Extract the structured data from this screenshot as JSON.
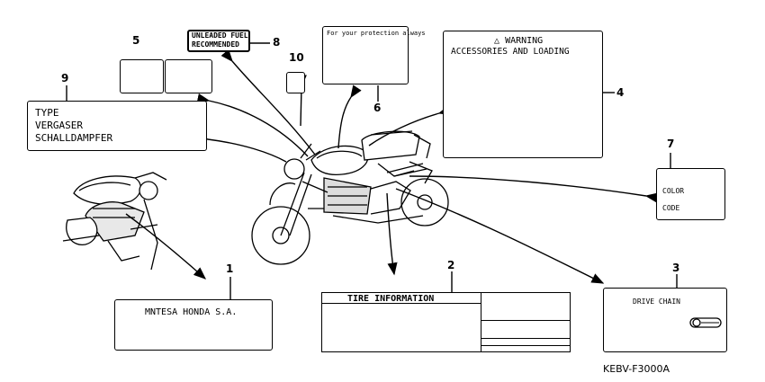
{
  "callouts": {
    "c1": {
      "number": "1",
      "text": "MNTESA HONDA S.A."
    },
    "c2": {
      "number": "2",
      "title": "TIRE  INFORMATION"
    },
    "c3": {
      "number": "3",
      "text": "DRIVE CHAIN"
    },
    "c4": {
      "number": "4",
      "line1": "WARNING",
      "line2": "ACCESSORIES AND LOADING"
    },
    "c5": {
      "number": "5"
    },
    "c6": {
      "number": "6",
      "text": "For your protection always"
    },
    "c7": {
      "number": "7",
      "line1": "COLOR",
      "line2": "CODE"
    },
    "c8": {
      "number": "8",
      "line1": "UNLEADED FUEL",
      "line2": "RECOMMENDED"
    },
    "c9": {
      "number": "9",
      "line1": "TYPE",
      "line2": "VERGASER",
      "line3": "SCHALLDAMPFER"
    },
    "c10": {
      "number": "10"
    }
  },
  "diagram_code": "KEBV-F3000A"
}
